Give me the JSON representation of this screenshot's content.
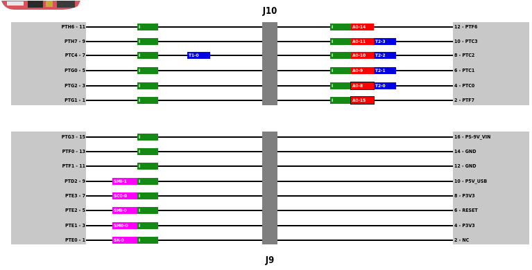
{
  "colors": {
    "gpio": "#148a14",
    "analog": "#ff0000",
    "timer": "#0000e0",
    "serial": "#ff00ff",
    "block": "#c8c8c8",
    "center": "#7f7f7f"
  },
  "headers": {
    "top": "J10",
    "bottom": "J9"
  },
  "logo": {
    "icon": "board-photo-icon"
  },
  "j10": {
    "rows": [
      {
        "left": "PTH6 - 11",
        "right": "12 - PTF6",
        "tags": [
          {
            "kind": "gpio",
            "text": "I",
            "side": "L"
          },
          {
            "kind": "gpio",
            "text": "I",
            "side": "R"
          },
          {
            "kind": "analog",
            "text": "A0-14",
            "side": "R"
          }
        ]
      },
      {
        "left": "PTH7 - 9",
        "right": "10 - PTC3",
        "tags": [
          {
            "kind": "gpio",
            "text": "I",
            "side": "L"
          },
          {
            "kind": "gpio",
            "text": "I",
            "side": "R"
          },
          {
            "kind": "analog",
            "text": "A0-11",
            "side": "R"
          },
          {
            "kind": "timer",
            "text": "T2-3",
            "side": "R"
          }
        ]
      },
      {
        "left": "PTC4 - 7",
        "right": "8 - PTC2",
        "tags": [
          {
            "kind": "gpio",
            "text": "I",
            "side": "L"
          },
          {
            "kind": "timer",
            "text": "T1-0",
            "side": "L"
          },
          {
            "kind": "gpio",
            "text": "I",
            "side": "R"
          },
          {
            "kind": "analog",
            "text": "A0-10",
            "side": "R"
          },
          {
            "kind": "timer",
            "text": "T2-2",
            "side": "R"
          }
        ]
      },
      {
        "left": "PTG0 - 5",
        "right": "6 - PTC1",
        "tags": [
          {
            "kind": "gpio",
            "text": "I",
            "side": "L"
          },
          {
            "kind": "gpio",
            "text": "I",
            "side": "R"
          },
          {
            "kind": "analog",
            "text": "A0-9",
            "side": "R"
          },
          {
            "kind": "timer",
            "text": "T2-1",
            "side": "R"
          }
        ]
      },
      {
        "left": "PTG2 - 3",
        "right": "4 - PTC0",
        "tags": [
          {
            "kind": "gpio",
            "text": "I",
            "side": "L"
          },
          {
            "kind": "gpio",
            "text": "I",
            "side": "R"
          },
          {
            "kind": "analog",
            "text": "A0-8",
            "side": "R"
          },
          {
            "kind": "timer",
            "text": "T2-0",
            "side": "R"
          }
        ]
      },
      {
        "left": "PTG1 - 1",
        "right": "2 - PTF7",
        "tags": [
          {
            "kind": "gpio",
            "text": "I",
            "side": "L"
          },
          {
            "kind": "gpio",
            "text": "I",
            "side": "R"
          },
          {
            "kind": "analog",
            "text": "A0-15",
            "side": "R"
          }
        ]
      }
    ]
  },
  "j9": {
    "rows": [
      {
        "left": "PTG3 - 15",
        "right": "16 - PS-9V_VIN",
        "tags": [
          {
            "kind": "gpio",
            "text": "I",
            "side": "L"
          }
        ]
      },
      {
        "left": "PTF0 - 13",
        "right": "14 - GND",
        "tags": [
          {
            "kind": "gpio",
            "text": "I",
            "side": "L"
          }
        ]
      },
      {
        "left": "PTF1 - 11",
        "right": "12 - GND",
        "tags": [
          {
            "kind": "gpio",
            "text": "I",
            "side": "L"
          }
        ]
      },
      {
        "left": "PTD2 - 9",
        "right": "10 - P5V_USB",
        "tags": [
          {
            "kind": "serial",
            "text": "SMI-1",
            "side": "L"
          },
          {
            "kind": "gpio",
            "text": "I",
            "side": "L"
          }
        ]
      },
      {
        "left": "PTE3 - 7",
        "right": "8 - P3V3",
        "tags": [
          {
            "kind": "serial",
            "text": "SC0-0",
            "side": "L"
          },
          {
            "kind": "gpio",
            "text": "I",
            "side": "L"
          }
        ]
      },
      {
        "left": "PTE2 - 5",
        "right": "6 - RESET",
        "tags": [
          {
            "kind": "serial",
            "text": "SMI-0",
            "side": "L"
          },
          {
            "kind": "gpio",
            "text": "I",
            "side": "L"
          }
        ]
      },
      {
        "left": "PTE1 - 3",
        "right": "4 - P3V3",
        "tags": [
          {
            "kind": "serial",
            "text": "SM0-0",
            "side": "L"
          },
          {
            "kind": "gpio",
            "text": "I",
            "side": "L"
          }
        ]
      },
      {
        "left": "PTE0 - 1",
        "right": "2 - NC",
        "tags": [
          {
            "kind": "serial",
            "text": "SK-0",
            "side": "L"
          },
          {
            "kind": "gpio",
            "text": "I",
            "side": "L"
          }
        ]
      }
    ]
  }
}
